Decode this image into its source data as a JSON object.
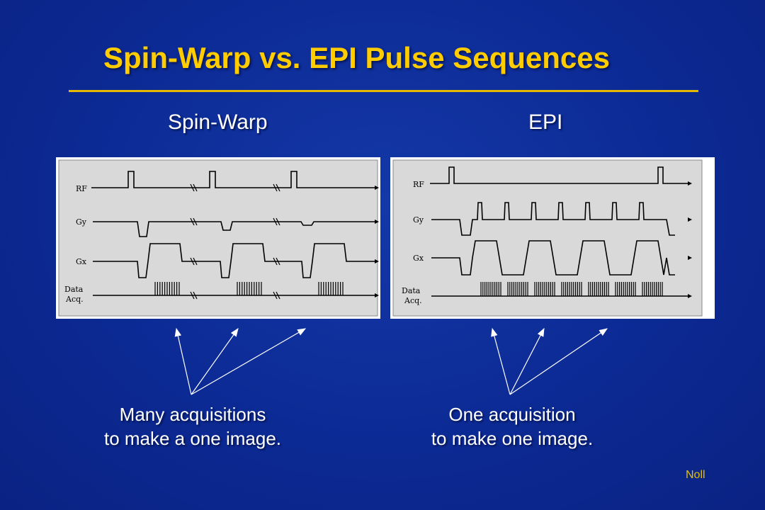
{
  "slide": {
    "title": "Spin-Warp vs. EPI Pulse Sequences",
    "credit": "Noll"
  },
  "left_panel": {
    "heading": "Spin-Warp",
    "row_labels": {
      "rf": "RF",
      "gy": "Gy",
      "gx": "Gx",
      "data_line1": "Data",
      "data_line2": "Acq."
    },
    "caption_line1": "Many acquisitions",
    "caption_line2": "to make a one image."
  },
  "right_panel": {
    "heading": "EPI",
    "row_labels": {
      "rf": "RF",
      "gy": "Gy",
      "gx": "Gx",
      "data_line1": "Data",
      "data_line2": "Acq."
    },
    "caption_line1": "One acquisition",
    "caption_line2": "to make one image."
  },
  "colors": {
    "background": "#0c2a94",
    "title": "#ffcc00",
    "text": "#ffffff",
    "diagram_bg": "#d9d9d9"
  }
}
